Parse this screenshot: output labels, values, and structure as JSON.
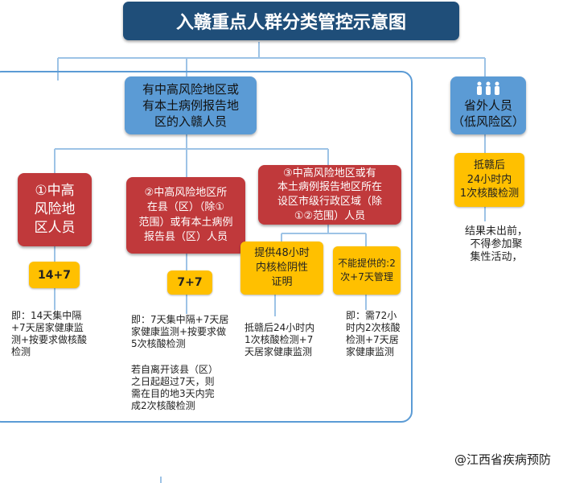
{
  "title": "入赣重点人群分类管控示意图",
  "mid_risk_box": "有中高风险地区或\n有本土病例报告地\n区的入赣人员",
  "out_of_province": {
    "line1": "省外人员",
    "line2": "（低风险区）",
    "action": "抵赣后\n24小时内\n1次核酸检测",
    "note": "结果未出前，\n不得参加聚\n集性活动，"
  },
  "category1": {
    "label": "①中高\n风险地\n区人员",
    "code": "14+7",
    "note": "即：14天集中隔\n+7天居家健康监\n测+按要求做核酸\n检测"
  },
  "category2": {
    "label": "②中高风险地区所\n在县（区）（除①\n范围）或有本土病例\n报告县（区）人员",
    "code": "7+7",
    "note": "即：7天集中隔+7天居\n家健康监测+按要求做\n5次核酸检测",
    "note2": "若自离开该县（区）\n之日起超过7天，则\n需在目的地3天内完\n成2次核酸检测"
  },
  "category3": {
    "label": "③中高风险地区或有\n本土病例报告地区所在\n设区市级行政区域（除\n①②范围）人员",
    "option_a": "提供48小时\n内核检阴性\n证明",
    "note_a": "抵赣后24小时内\n1次核酸检测+7\n天居家健康监测",
    "option_b": "不能提供的:2\n次+7天管理",
    "note_b": "即：需72小\n时内2次核酸\n检测+7天居\n家健康监测"
  },
  "credit": "@江西省疾病预防",
  "colors": {
    "title_bg": "#1f4e79",
    "blue_box": "#5b9bd5",
    "red_box": "#c0393b",
    "yellow_box": "#ffc000",
    "connector": "#9dc3e6"
  },
  "icons": [
    "people-icon"
  ]
}
